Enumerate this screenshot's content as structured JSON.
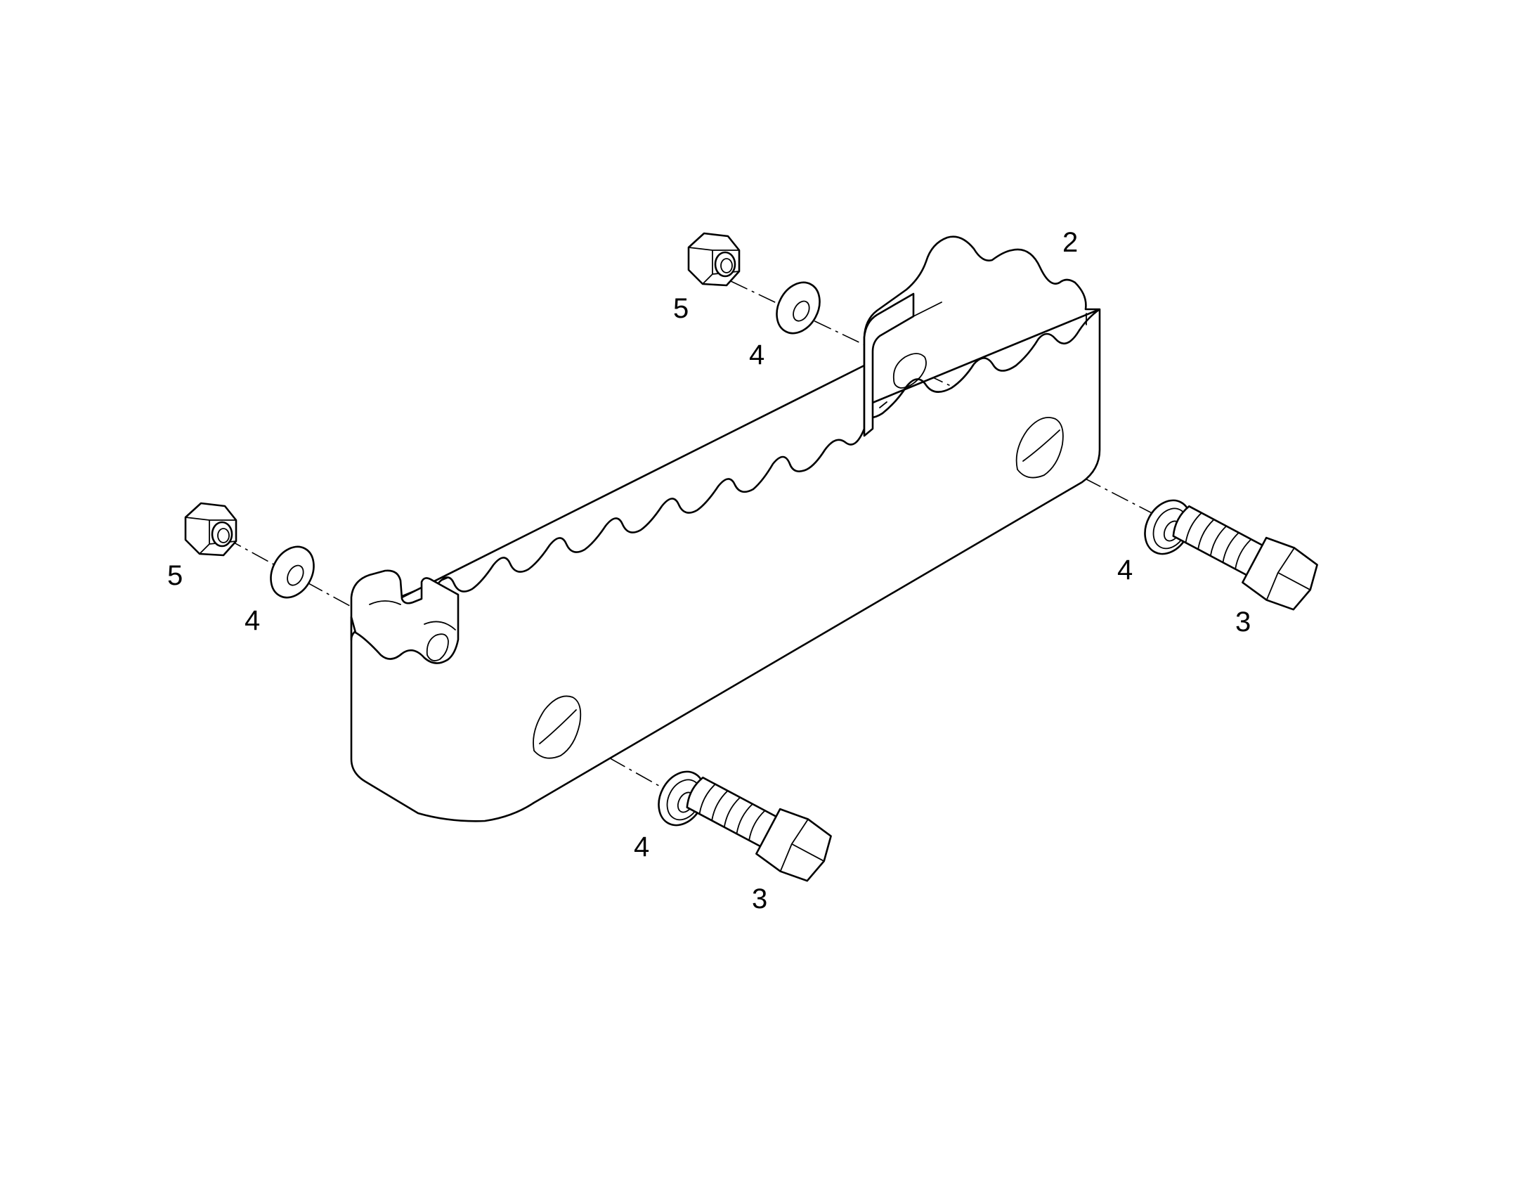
{
  "diagram": {
    "callouts": {
      "bracket": "2",
      "bolt_lower": "3",
      "bolt_right": "3",
      "washer_top": "4",
      "washer_left": "4",
      "washer_right": "4",
      "washer_lower": "4",
      "nut_top": "5",
      "nut_left": "5"
    }
  }
}
